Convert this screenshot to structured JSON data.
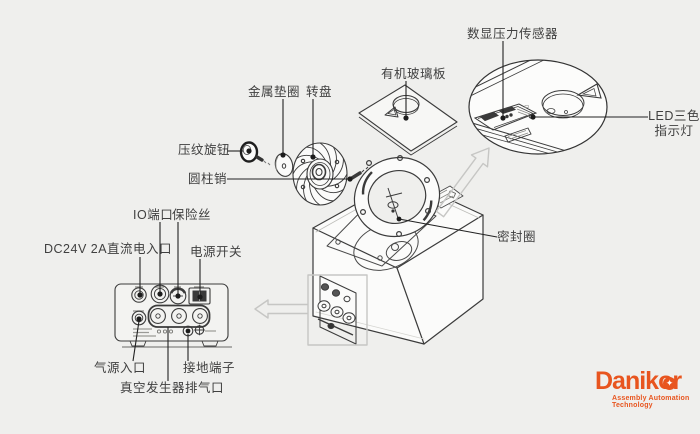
{
  "labels": {
    "sensor": "数显压力传感器",
    "led_line1": "LED三色",
    "led_line2": "指示灯",
    "acrylic_plate": "有机玻璃板",
    "metal_washer": "金属垫圈",
    "turntable": "转盘",
    "knurled_knob": "压纹旋钮",
    "cylindrical_pin": "圆柱销",
    "io_port": "IO端口",
    "fuse": "保险丝",
    "dc_input": "DC24V 2A直流电入口",
    "power_switch": "电源开关",
    "seal_ring": "密封圈",
    "air_inlet": "气源入口",
    "ground_terminal": "接地端子",
    "vacuum_exhaust": "真空发生器排气口"
  },
  "logo": {
    "text": "Danikor",
    "star": "✦",
    "tagline": "Assembly Automation Technology",
    "color": "#e8551f"
  },
  "colors": {
    "background": "#efefed",
    "line": "#3b3b3b",
    "leader": "#222222",
    "gray_arrow": "#c6c6c4",
    "face_fill": "#fbfbfa"
  }
}
